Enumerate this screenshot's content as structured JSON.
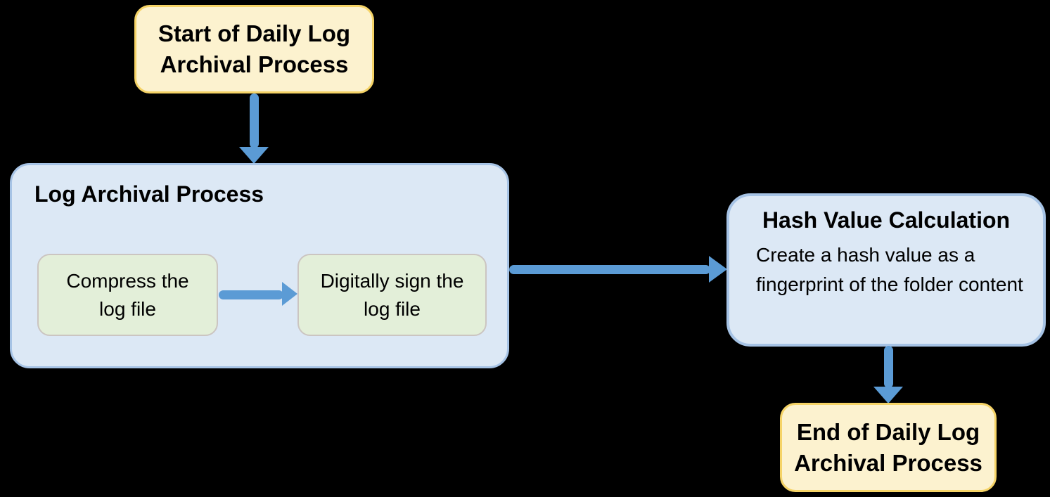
{
  "colors": {
    "arrow": "#5B9BD5",
    "yellow_fill": "#FCF2CF",
    "yellow_border": "#F5D366",
    "blue_fill": "#DCE8F5",
    "blue_border": "#A6C3E5",
    "green_fill": "#E3EFD9",
    "green_border": "#CBC5C1",
    "text": "#000000"
  },
  "nodes": {
    "start": {
      "label": "Start of Daily Log Archival Process"
    },
    "process": {
      "title": "Log Archival Process",
      "steps": [
        {
          "label": "Compress the log file"
        },
        {
          "label": "Digitally sign the log file"
        }
      ]
    },
    "hash": {
      "title": "Hash Value Calculation",
      "body": "Create a hash value as a fingerprint of the folder content"
    },
    "end": {
      "label": "End of Daily Log Archival Process"
    }
  },
  "arrows": [
    {
      "from": "start",
      "to": "log-archival-process",
      "direction": "down"
    },
    {
      "from": "compress-step",
      "to": "sign-step",
      "direction": "right"
    },
    {
      "from": "log-archival-process",
      "to": "hash-value-calculation",
      "direction": "right"
    },
    {
      "from": "hash-value-calculation",
      "to": "end",
      "direction": "down"
    }
  ]
}
